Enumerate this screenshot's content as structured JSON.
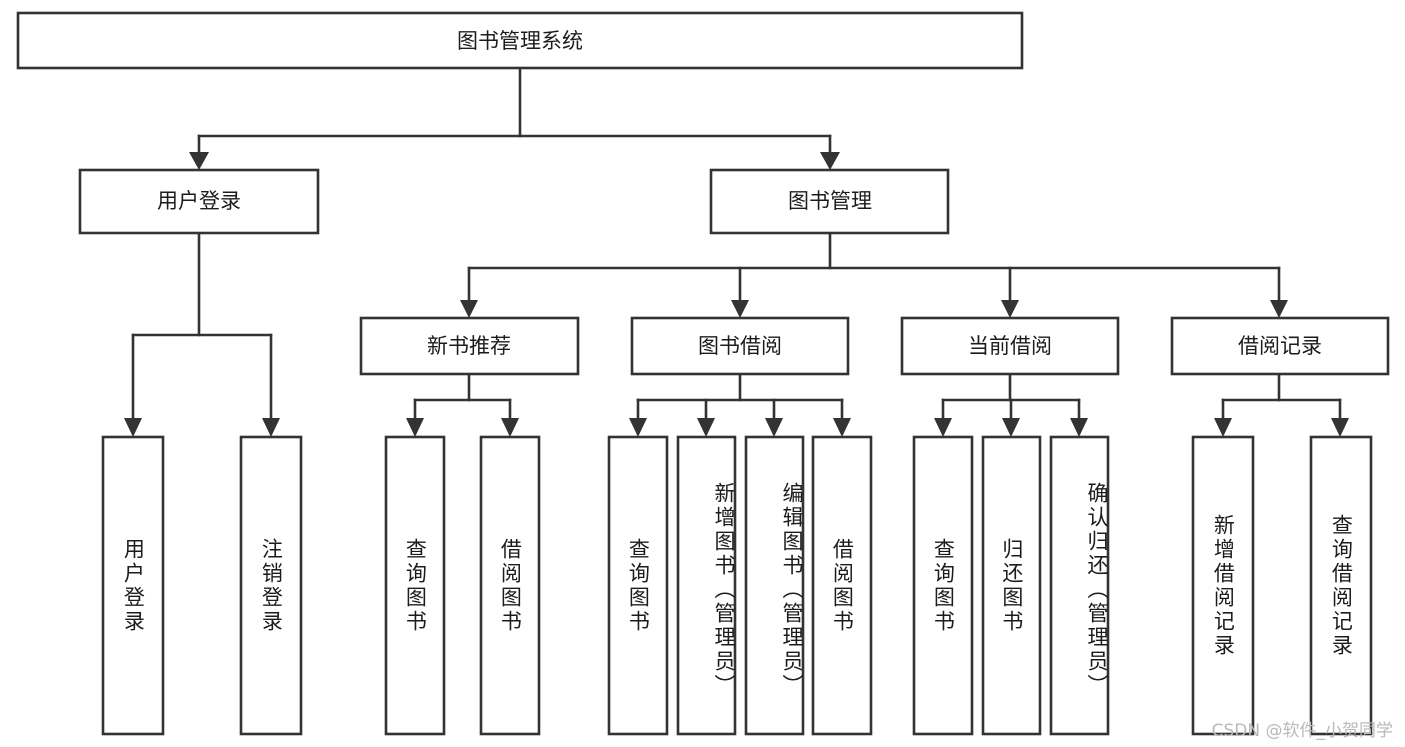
{
  "diagram": {
    "title": "图书管理系统",
    "type": "hierarchy-tree",
    "watermark": "CSDN @软件_小贺同学",
    "colors": {
      "box_stroke": "#333333",
      "box_fill": "#ffffff",
      "text": "#1c1c1c",
      "background": "#ffffff",
      "watermark_text": "#b9b9b9"
    },
    "levels": [
      {
        "level": 1,
        "nodes": [
          {
            "id": "root",
            "label": "图书管理系统",
            "orientation": "horizontal"
          }
        ]
      },
      {
        "level": 2,
        "nodes": [
          {
            "id": "login",
            "label": "用户登录",
            "orientation": "horizontal",
            "parent": "root"
          },
          {
            "id": "bookmgmt",
            "label": "图书管理",
            "orientation": "horizontal",
            "parent": "root"
          }
        ]
      },
      {
        "level": 3,
        "nodes": [
          {
            "id": "newbook",
            "label": "新书推荐",
            "orientation": "horizontal",
            "parent": "bookmgmt"
          },
          {
            "id": "borrow",
            "label": "图书借阅",
            "orientation": "horizontal",
            "parent": "bookmgmt"
          },
          {
            "id": "current",
            "label": "当前借阅",
            "orientation": "horizontal",
            "parent": "bookmgmt"
          },
          {
            "id": "records",
            "label": "借阅记录",
            "orientation": "horizontal",
            "parent": "bookmgmt"
          }
        ]
      },
      {
        "level": 4,
        "nodes": [
          {
            "id": "leaf-1",
            "label": "用户登录",
            "orientation": "vertical",
            "parent": "login"
          },
          {
            "id": "leaf-2",
            "label": "注销登录",
            "orientation": "vertical",
            "parent": "login"
          },
          {
            "id": "leaf-3",
            "label": "查询图书",
            "orientation": "vertical",
            "parent": "newbook"
          },
          {
            "id": "leaf-4",
            "label": "借阅图书",
            "orientation": "vertical",
            "parent": "newbook"
          },
          {
            "id": "leaf-5",
            "label": "查询图书",
            "orientation": "vertical",
            "parent": "borrow"
          },
          {
            "id": "leaf-6",
            "label": "新增图书（管理员）",
            "orientation": "vertical",
            "parent": "borrow"
          },
          {
            "id": "leaf-7",
            "label": "编辑图书（管理员）",
            "orientation": "vertical",
            "parent": "borrow"
          },
          {
            "id": "leaf-8",
            "label": "借阅图书",
            "orientation": "vertical",
            "parent": "borrow"
          },
          {
            "id": "leaf-9",
            "label": "查询图书",
            "orientation": "vertical",
            "parent": "current"
          },
          {
            "id": "leaf-10",
            "label": "归还图书",
            "orientation": "vertical",
            "parent": "current"
          },
          {
            "id": "leaf-11",
            "label": "确认归还（管理员）",
            "orientation": "vertical",
            "parent": "current"
          },
          {
            "id": "leaf-12",
            "label": "新增借阅记录",
            "orientation": "vertical",
            "parent": "records"
          },
          {
            "id": "leaf-13",
            "label": "查询借阅记录",
            "orientation": "vertical",
            "parent": "records"
          }
        ]
      }
    ]
  }
}
